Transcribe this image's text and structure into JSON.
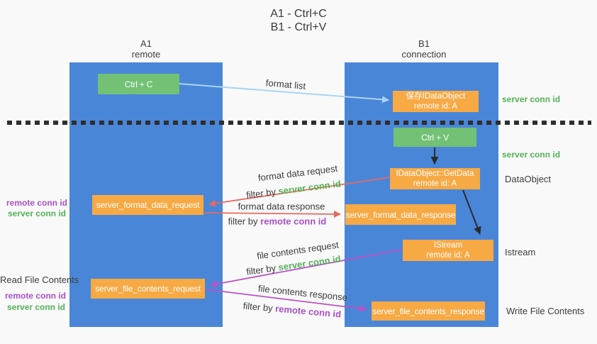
{
  "title": {
    "line1": "A1 - Ctrl+C",
    "line2": "B1 - Ctrl+V"
  },
  "columns": {
    "left": {
      "name": "A1",
      "subtitle": "remote"
    },
    "right": {
      "name": "B1",
      "subtitle": "connection"
    }
  },
  "nodes": {
    "ctrl_c": {
      "label": "Ctrl + C"
    },
    "ctrl_v": {
      "label": "Ctrl + V"
    },
    "save_dataobject": {
      "line1": "保存IDataObject",
      "line2": "remote id: A"
    },
    "getdata": {
      "line1": "IDataObject::GetData",
      "line2": "remote id: A"
    },
    "istream": {
      "line1": "IStream",
      "line2": "remote id: A"
    },
    "format_request": {
      "label": "server_format_data_request"
    },
    "format_response": {
      "label": "server_format_data_response"
    },
    "file_request": {
      "label": "server_file_contents_request"
    },
    "file_response": {
      "label": "server_file_contents_response"
    }
  },
  "annotations": {
    "server_conn_id": "server conn id",
    "remote_conn_id": "remote conn id",
    "dataobject": "DataObject",
    "istream": "Istream",
    "read_file_contents": "Read File Contents",
    "write_file_contents": "Write File Contents"
  },
  "arrow_labels": {
    "format_list": "format list",
    "filter_by": "filter by",
    "format_data_request": "format data request",
    "format_data_response": "format data response",
    "file_contents_request": "file contents request",
    "file_contents_response": "file contents response"
  },
  "colors": {
    "panel_blue": "#4A86D8",
    "node_orange": "#F7A944",
    "node_green": "#72C175",
    "text_green": "#53B156",
    "text_purple": "#A850C8",
    "arrow_red": "#E8685E",
    "arrow_magenta": "#BC51C6",
    "arrow_blue": "#AAD4F2",
    "arrow_black": "#2B2B2B",
    "text_dark": "#3C3C3C",
    "background": "#F9F9F9"
  }
}
